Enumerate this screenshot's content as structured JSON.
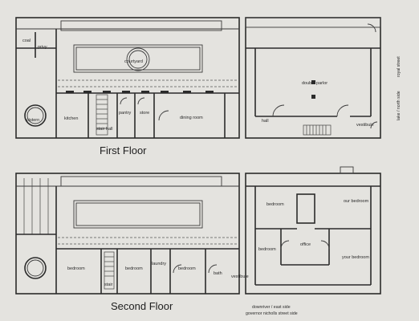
{
  "floors": {
    "first": "First Floor",
    "second": "Second Floor"
  },
  "rooms_first": {
    "coal": "coal",
    "privy": "privy",
    "courtyard": "courtyard",
    "cistern": "cistern",
    "kitchen": "kitchen",
    "stair_hall": "stair hall",
    "pantry": "pantry",
    "store": "store",
    "dining_room": "dining room",
    "hall": "hall",
    "double_parlor": "double parlor",
    "vestibule": "vestibule"
  },
  "rooms_second": {
    "bedroom_rear": "bedroom",
    "stair": "stair",
    "bedroom_mid": "bedroom",
    "laundry": "laundry",
    "bedroom_front": "bedroom",
    "bath": "bath",
    "vestibule": "vestibule",
    "bedroom_nw": "bedroom",
    "our_bedroom": "our bedroom",
    "bedroom_sw": "bedroom",
    "office": "office",
    "your_bedroom": "your bedroom"
  },
  "notes": {
    "side_right": "lake / north side",
    "street_right": "royal street",
    "side_bottom": "downriver / east side",
    "street_bottom": "governor nicholls street side"
  }
}
